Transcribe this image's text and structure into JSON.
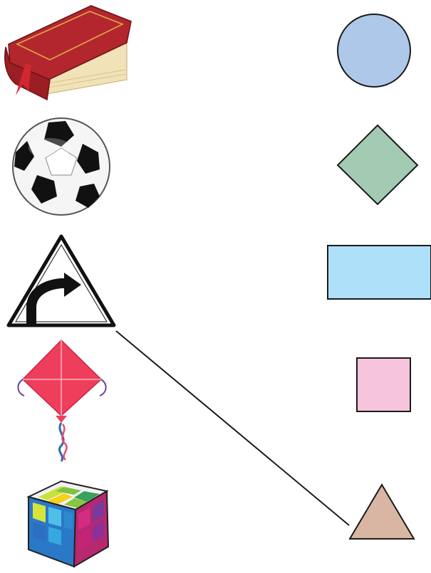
{
  "left_objects": [
    {
      "name": "book",
      "icon": "book-icon"
    },
    {
      "name": "soccer-ball",
      "icon": "soccer-ball-icon"
    },
    {
      "name": "right-turn-sign",
      "icon": "right-turn-sign-icon"
    },
    {
      "name": "kite",
      "icon": "kite-icon"
    },
    {
      "name": "rubiks-cube",
      "icon": "cube-icon"
    }
  ],
  "right_shapes": [
    {
      "shape": "circle",
      "fill": "#aec8e9"
    },
    {
      "shape": "diamond",
      "fill": "#a3cbb3"
    },
    {
      "shape": "rectangle",
      "fill": "#aee0f9"
    },
    {
      "shape": "square",
      "fill": "#f6c4dd"
    },
    {
      "shape": "triangle",
      "fill": "#d9b5a4"
    }
  ],
  "matches": [
    {
      "from": "right-turn-sign",
      "to": "triangle"
    }
  ],
  "colors": {
    "outline": "#1a1a1a",
    "book_red": "#b3262d",
    "book_pages": "#f2e2b8",
    "kite_pink": "#ef3e5c",
    "background": "#ffffff"
  }
}
